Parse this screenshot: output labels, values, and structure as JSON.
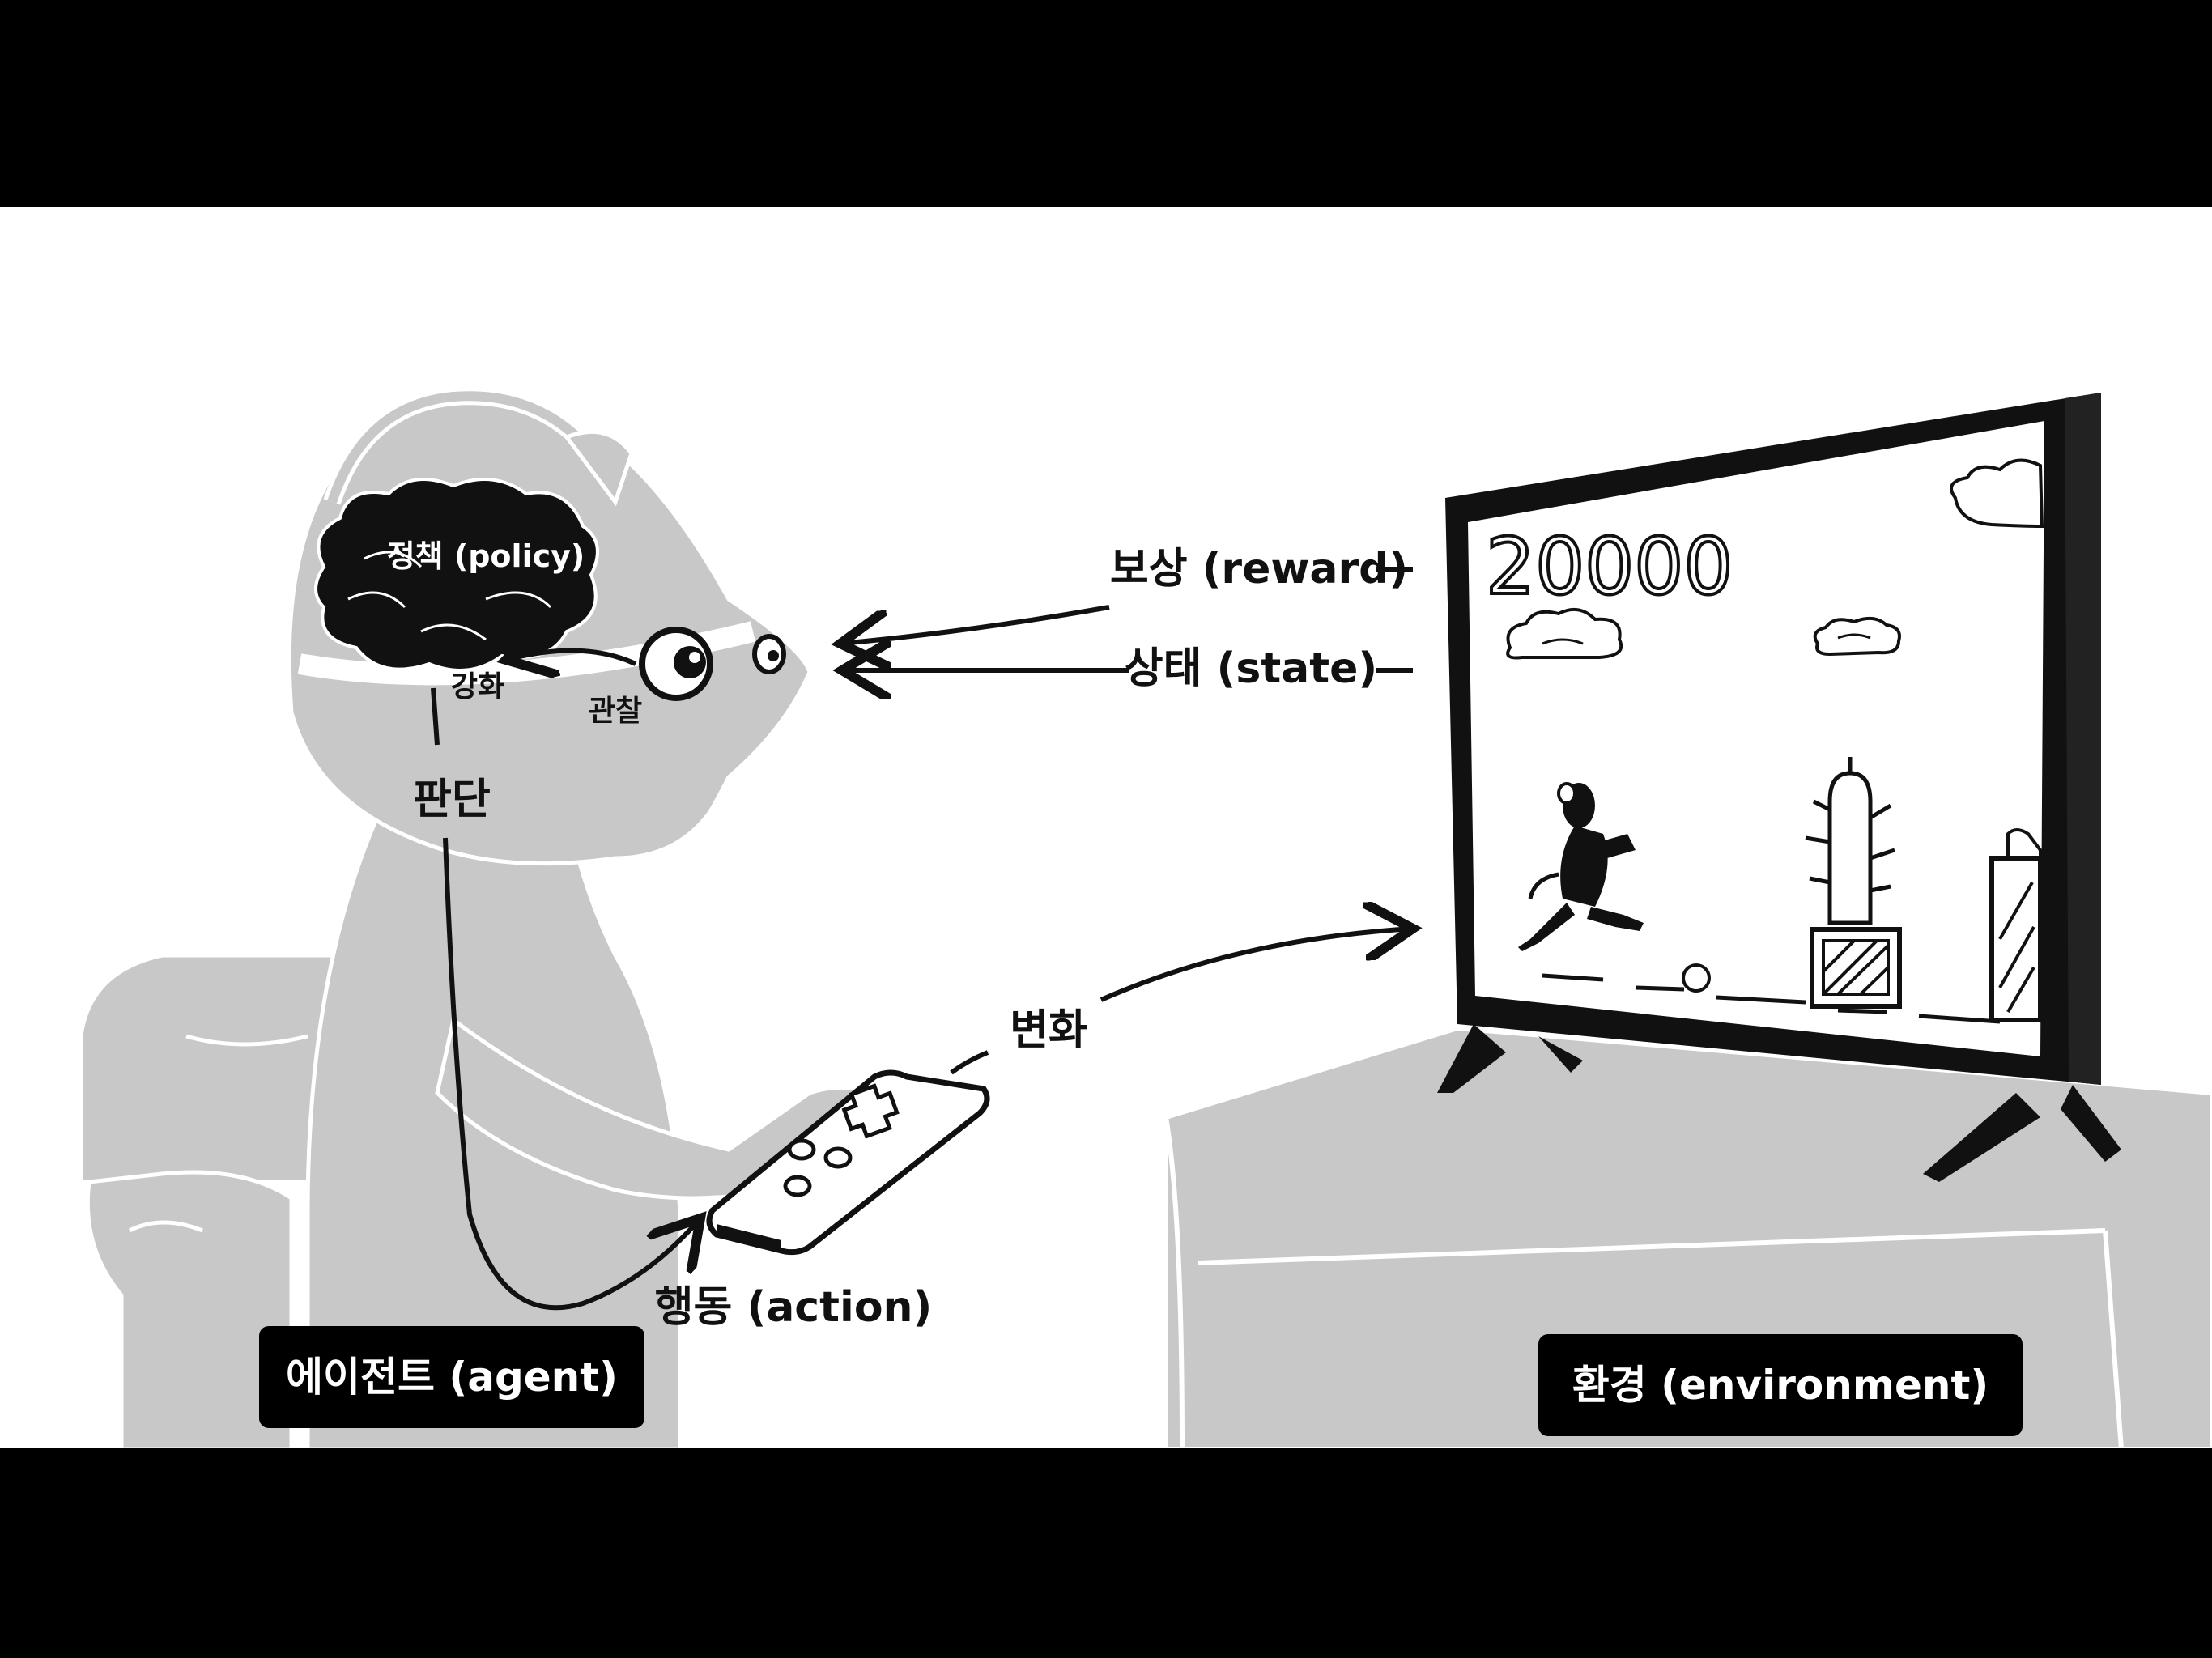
{
  "labels": {
    "policy": "정책 (policy)",
    "reinforce": "강화",
    "observe": "관찰",
    "judgment": "판단",
    "reward": "보상 (reward)",
    "state": "상태 (state)",
    "change": "변화",
    "action": "행동 (action)",
    "agent": "에이전트 (agent)",
    "environment": "환경 (environment)"
  },
  "game": {
    "score": "20000"
  },
  "colors": {
    "background": "#ffffff",
    "letterbox": "#000000",
    "silhouette": "#c8c8c8",
    "ink": "#111111"
  }
}
